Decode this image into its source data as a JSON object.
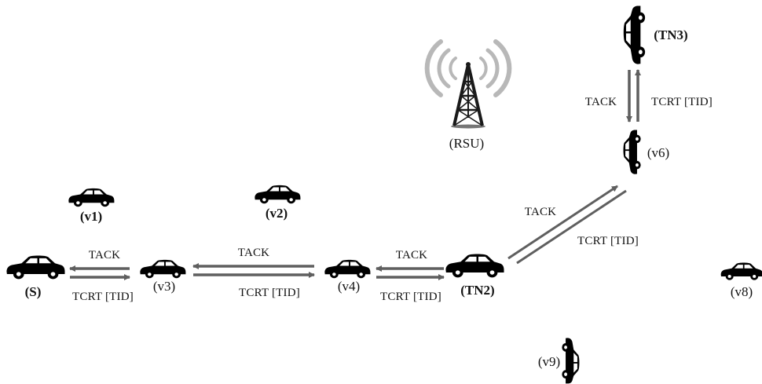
{
  "nodes": {
    "S": {
      "label": "(S)"
    },
    "v1": {
      "label": "(v1)"
    },
    "v2": {
      "label": "(v2)"
    },
    "v3": {
      "label": "(v3)"
    },
    "v4": {
      "label": "(v4)"
    },
    "TN2": {
      "label": "(TN2)"
    },
    "v6": {
      "label": "(v6)"
    },
    "TN3": {
      "label": "(TN3)"
    },
    "v8": {
      "label": "(v8)"
    },
    "v9": {
      "label": "(v9)"
    },
    "RSU": {
      "label": "(RSU)"
    }
  },
  "edges": {
    "s_v3": {
      "ack": "TACK",
      "crt": "TCRT [TID]"
    },
    "v3_v4": {
      "ack": "TACK",
      "crt": "TCRT [TID]"
    },
    "v4_tn2": {
      "ack": "TACK",
      "crt": "TCRT [TID]"
    },
    "tn2_v6": {
      "ack": "TACK",
      "crt": "TCRT [TID]"
    },
    "v6_tn3": {
      "ack": "TACK",
      "crt": "TCRT [TID]"
    }
  },
  "colors": {
    "arrow": "#5f5f5f",
    "vehicle": "#000000",
    "signal": "#b5b5b5",
    "tower": "#1a1a1a"
  },
  "icons": {
    "vehicle": "car-icon",
    "rsu": "rsu-tower-icon"
  }
}
